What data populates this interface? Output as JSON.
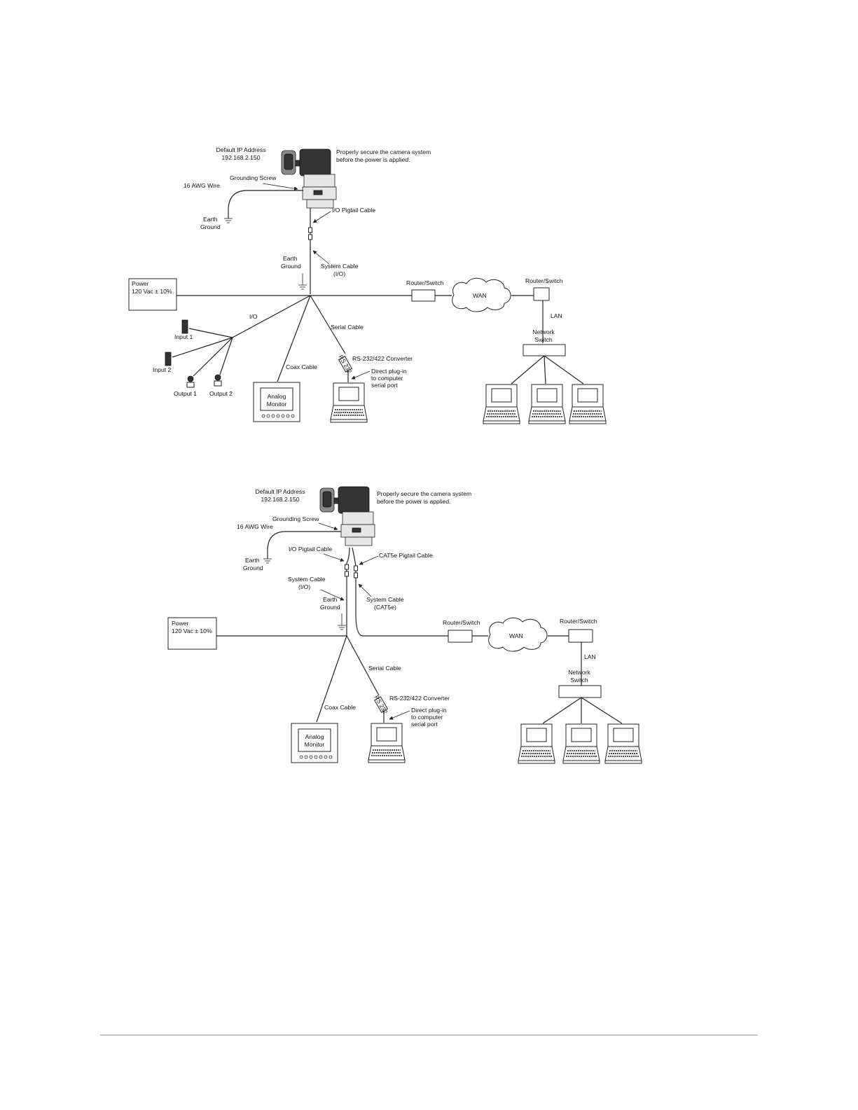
{
  "diagram1": {
    "ip_label": [
      "Default IP Address",
      "192.168.2.150"
    ],
    "secure_note": [
      "Properly secure the camera system",
      "before the power is applied."
    ],
    "grounding_screw": "Grounding Screw",
    "awg_wire": "16 AWG Wire",
    "earth_ground_top": [
      "Earth",
      "Ground"
    ],
    "io_pigtail": "I/O Pigtail Cable",
    "earth_ground_mid": [
      "Earth",
      "Ground"
    ],
    "system_cable": [
      "System Cable",
      "(I/O)"
    ],
    "power": [
      "Power",
      "120 Vac ± 10%"
    ],
    "router_left": "Router/Switch",
    "wan": "WAN",
    "router_right": "Router/Switch",
    "lan": "LAN",
    "network_switch": [
      "Network",
      "Switch"
    ],
    "io": "I/O",
    "input1": "Input 1",
    "input2": "Input 2",
    "output1": "Output 1",
    "output2": "Output 2",
    "coax": "Coax Cable",
    "serial": "Serial Cable",
    "converter": "RS-232/422 Converter",
    "direct": [
      "Direct plug-in",
      "to computer",
      "serial port"
    ],
    "monitor": [
      "Analog",
      "Monitor"
    ],
    "converter_tag": "RS 232"
  },
  "diagram2": {
    "ip_label": [
      "Default IP Address",
      "192.168.2.150"
    ],
    "secure_note": [
      "Properly secure the camera system",
      "before the power is applied."
    ],
    "grounding_screw": "Grounding Screw",
    "awg_wire": "16 AWG Wire",
    "earth_ground_top": [
      "Earth",
      "Ground"
    ],
    "io_pigtail": "I/O Pigtail Cable",
    "cat5e_pigtail": "CAT5e Pigtail Cable",
    "system_cable_io": [
      "System Cable",
      "(I/O)"
    ],
    "earth_ground_mid": [
      "Earth",
      "Ground"
    ],
    "system_cable_cat5e": [
      "System Cable",
      "(CAT5e)"
    ],
    "power": [
      "Power",
      "120 Vac ± 10%"
    ],
    "router_left": "Router/Switch",
    "wan": "WAN",
    "router_right": "Router/Switch",
    "lan": "LAN",
    "network_switch": [
      "Network",
      "Switch"
    ],
    "coax": "Coax Cable",
    "serial": "Serial Cable",
    "converter": "RS-232/422 Converter",
    "direct": [
      "Direct plug-in",
      "to computer",
      "serial port"
    ],
    "monitor": [
      "Analog",
      "Monitor"
    ],
    "converter_tag": "RS 232"
  }
}
